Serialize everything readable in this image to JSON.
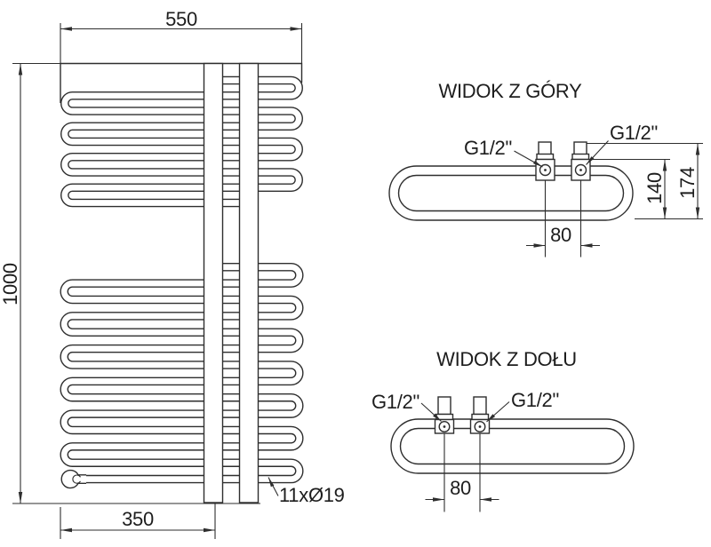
{
  "front_view": {
    "dim_width_top": "550",
    "dim_height": "1000",
    "dim_width_bottom": "350",
    "tube_spec": "11xØ19"
  },
  "top_view": {
    "title": "WIDOK Z GÓRY",
    "conn_left": "G1/2\"",
    "conn_right": "G1/2\"",
    "dim_conn_spacing": "80",
    "dim_depth_to_valve": "140",
    "dim_depth_total": "174"
  },
  "bottom_view": {
    "title": "WIDOK Z DOŁU",
    "conn_left": "G1/2\"",
    "conn_right": "G1/2\"",
    "dim_conn_spacing": "80"
  },
  "colors": {
    "line": "#2e2e2e",
    "background": "#ffffff"
  }
}
